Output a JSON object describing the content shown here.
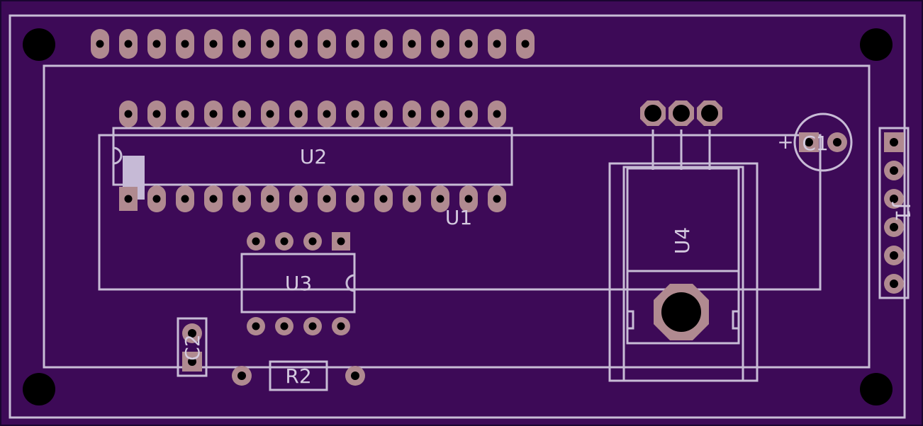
{
  "board": {
    "background": "#3d0a57",
    "edge_color": "#1a0530",
    "silk_color": "#c8bcd6",
    "pad_color": "#b08a90",
    "drill_color": "#000000",
    "mask_pad_color": "#c6bad6"
  },
  "labels": {
    "u1": "U1",
    "u2": "U2",
    "u3": "U3",
    "u4": "U4",
    "r2": "R2",
    "c1": "C1",
    "c1_polarity": "+",
    "j1": "J1",
    "c2": "C2"
  },
  "components": {
    "header_top": {
      "pin_count": 16
    },
    "u2": {
      "pins_per_side": 14
    },
    "u3": {
      "pins_per_side": 4
    },
    "u4_leads": 3,
    "j1_pins": 6
  }
}
